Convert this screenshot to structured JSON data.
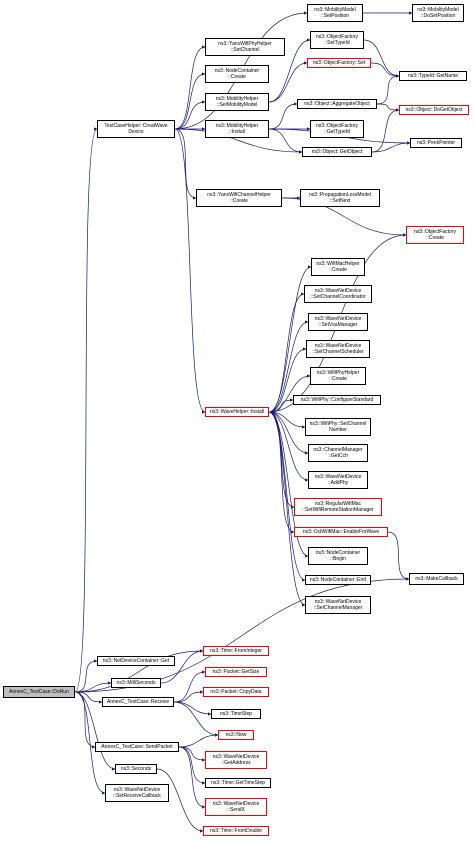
{
  "diagram": {
    "type": "doxygen-call-graph",
    "colors": {
      "edge": "#191970",
      "node_border": "#000000",
      "external_node_border": "#ff0000",
      "root_fill": "#bfbfbf",
      "node_fill": "#ffffff"
    },
    "nodes": [
      {
        "id": "root",
        "lines": [
          "AnnexC_TestCase::DoRun"
        ],
        "style": "root"
      },
      {
        "id": "tch_create",
        "lines": [
          "TestCaseHelper::CreatWave",
          "Device"
        ]
      },
      {
        "id": "mm_setpos",
        "lines": [
          "ns3::MobilityModel",
          "::SetPosition"
        ]
      },
      {
        "id": "mm_dosetpos",
        "lines": [
          "ns3::MobilityModel",
          "::DoSetPosition"
        ]
      },
      {
        "id": "ywph_setch",
        "lines": [
          "ns3::YansWifiPhyHelper",
          "::SetChannel"
        ]
      },
      {
        "id": "of_settypeid",
        "lines": [
          "ns3::ObjectFactory",
          "::SetTypeId"
        ]
      },
      {
        "id": "of_set",
        "lines": [
          "ns3::ObjectFactory::Set"
        ],
        "style": "ext"
      },
      {
        "id": "typeid_getname",
        "lines": [
          "ns3::TypeId::GetName"
        ]
      },
      {
        "id": "nc_create",
        "lines": [
          "ns3::NodeContainer",
          "::Create"
        ]
      },
      {
        "id": "mh_setmm",
        "lines": [
          "ns3::MobilityHelper",
          "::SetMobilityModel"
        ]
      },
      {
        "id": "obj_aggregate",
        "lines": [
          "ns3::Object::AggregateObject"
        ]
      },
      {
        "id": "obj_dogetobject",
        "lines": [
          "ns3::Object::DoGetObject"
        ],
        "style": "ext"
      },
      {
        "id": "mh_install",
        "lines": [
          "ns3::MobilityHelper",
          "::Install"
        ]
      },
      {
        "id": "of_gettypeid",
        "lines": [
          "ns3::ObjectFactory",
          "::GetTypeId"
        ]
      },
      {
        "id": "peekpointer",
        "lines": [
          "ns3::PeekPointer"
        ]
      },
      {
        "id": "obj_getobject",
        "lines": [
          "ns3::Object::GetObject"
        ]
      },
      {
        "id": "ywch_create",
        "lines": [
          "ns3::YansWifiChannelHelper",
          "::Create"
        ]
      },
      {
        "id": "plm_setnext",
        "lines": [
          "ns3::PropagationLossModel",
          "::SetNext"
        ]
      },
      {
        "id": "of_create",
        "lines": [
          "ns3::ObjectFactory",
          "::Create"
        ],
        "style": "ext"
      },
      {
        "id": "wmh_create",
        "lines": [
          "ns3::WifiMacHelper",
          "::Create"
        ]
      },
      {
        "id": "wnd_setcc",
        "lines": [
          "ns3::WaveNetDevice",
          "::SetChannelCoordinator"
        ]
      },
      {
        "id": "wnd_setvsa",
        "lines": [
          "ns3::WaveNetDevice",
          "::SetVsaManager"
        ]
      },
      {
        "id": "wnd_setcs",
        "lines": [
          "ns3::WaveNetDevice",
          "::SetChannelScheduler"
        ]
      },
      {
        "id": "wph_create",
        "lines": [
          "ns3::WifiPhyHelper",
          "::Create"
        ]
      },
      {
        "id": "wh_install",
        "lines": [
          "ns3::WaveHelper::Install"
        ],
        "style": "ext"
      },
      {
        "id": "wp_confstd",
        "lines": [
          "ns3::WifiPhy::ConfigureStandard"
        ]
      },
      {
        "id": "wp_setchnum",
        "lines": [
          "ns3::WifiPhy::SetChannel",
          "Number"
        ]
      },
      {
        "id": "cm_getcch",
        "lines": [
          "ns3::ChannelManager",
          "::GetCch"
        ]
      },
      {
        "id": "wnd_addphy",
        "lines": [
          "ns3::WaveNetDevice",
          "::AddPhy"
        ]
      },
      {
        "id": "rwm_setrsm",
        "lines": [
          "ns3::RegularWifiMac",
          "::SetWifiRemoteStationManager"
        ],
        "style": "ext"
      },
      {
        "id": "ocb_enable",
        "lines": [
          "ns3::OcbWifiMac::EnableForWave"
        ],
        "style": "ext"
      },
      {
        "id": "nc_begin",
        "lines": [
          "ns3::NodeContainer",
          "::Begin"
        ]
      },
      {
        "id": "makecallback",
        "lines": [
          "ns3::MakeCallback"
        ]
      },
      {
        "id": "nc_end",
        "lines": [
          "ns3::NodeContainer::End"
        ]
      },
      {
        "id": "wnd_setcm",
        "lines": [
          "ns3::WaveNetDevice",
          "::SetChannelManager"
        ]
      },
      {
        "id": "time_fromint",
        "lines": [
          "ns3::Time::FromInteger"
        ],
        "style": "ext"
      },
      {
        "id": "ndc_get",
        "lines": [
          "ns3::NetDeviceContainer::Get"
        ]
      },
      {
        "id": "pkt_getsize",
        "lines": [
          "ns3::Packet::GetSize"
        ],
        "style": "ext"
      },
      {
        "id": "milliseconds",
        "lines": [
          "ns3::MilliSeconds"
        ]
      },
      {
        "id": "pkt_copydata",
        "lines": [
          "ns3::Packet::CopyData"
        ],
        "style": "ext"
      },
      {
        "id": "receive",
        "lines": [
          "AnnexC_TestCase::Receive"
        ]
      },
      {
        "id": "timestep",
        "lines": [
          "ns3::TimeStep"
        ]
      },
      {
        "id": "now",
        "lines": [
          "ns3::Now"
        ],
        "style": "ext"
      },
      {
        "id": "sendpacket",
        "lines": [
          "AnnexC_TestCase::SendPacket"
        ]
      },
      {
        "id": "wnd_getaddr",
        "lines": [
          "ns3::WaveNetDevice",
          "::GetAddress"
        ],
        "style": "ext"
      },
      {
        "id": "seconds",
        "lines": [
          "ns3::Seconds"
        ]
      },
      {
        "id": "time_gettimestep",
        "lines": [
          "ns3::Time::GetTimeStep"
        ]
      },
      {
        "id": "wnd_setrecvcb",
        "lines": [
          "ns3::WaveNetDevice",
          "::SetReceiveCallback"
        ]
      },
      {
        "id": "wnd_sendx",
        "lines": [
          "ns3::WaveNetDevice",
          "::SendX"
        ],
        "style": "ext"
      },
      {
        "id": "time_fromdouble",
        "lines": [
          "ns3::Time::FromDouble"
        ],
        "style": "ext"
      }
    ],
    "edges": [
      [
        "root",
        "tch_create"
      ],
      [
        "root",
        "makecallback"
      ],
      [
        "root",
        "ndc_get"
      ],
      [
        "root",
        "milliseconds"
      ],
      [
        "root",
        "receive"
      ],
      [
        "root",
        "sendpacket"
      ],
      [
        "root",
        "seconds"
      ],
      [
        "root",
        "wnd_setrecvcb"
      ],
      [
        "root",
        "time_fromint"
      ],
      [
        "tch_create",
        "mm_setpos"
      ],
      [
        "tch_create",
        "ywph_setch"
      ],
      [
        "tch_create",
        "nc_create"
      ],
      [
        "tch_create",
        "mh_setmm"
      ],
      [
        "tch_create",
        "mh_install"
      ],
      [
        "tch_create",
        "obj_getobject"
      ],
      [
        "tch_create",
        "ywch_create"
      ],
      [
        "tch_create",
        "wh_install"
      ],
      [
        "mm_setpos",
        "mm_dosetpos"
      ],
      [
        "mh_setmm",
        "of_settypeid"
      ],
      [
        "mh_setmm",
        "of_set"
      ],
      [
        "of_settypeid",
        "typeid_getname"
      ],
      [
        "of_set",
        "typeid_getname"
      ],
      [
        "mh_install",
        "obj_aggregate"
      ],
      [
        "mh_install",
        "of_gettypeid"
      ],
      [
        "mh_install",
        "obj_getobject"
      ],
      [
        "mh_install",
        "peekpointer"
      ],
      [
        "obj_aggregate",
        "typeid_getname"
      ],
      [
        "obj_aggregate",
        "obj_dogetobject"
      ],
      [
        "obj_getobject",
        "obj_dogetobject"
      ],
      [
        "obj_getobject",
        "peekpointer"
      ],
      [
        "ywch_create",
        "plm_setnext"
      ],
      [
        "ywch_create",
        "of_create"
      ],
      [
        "wh_install",
        "of_create"
      ],
      [
        "wh_install",
        "wmh_create"
      ],
      [
        "wh_install",
        "wnd_setcc"
      ],
      [
        "wh_install",
        "wnd_setvsa"
      ],
      [
        "wh_install",
        "wnd_setcs"
      ],
      [
        "wh_install",
        "wph_create"
      ],
      [
        "wh_install",
        "wp_confstd"
      ],
      [
        "wh_install",
        "wp_setchnum"
      ],
      [
        "wh_install",
        "cm_getcch"
      ],
      [
        "wh_install",
        "wnd_addphy"
      ],
      [
        "wh_install",
        "rwm_setrsm"
      ],
      [
        "wh_install",
        "ocb_enable"
      ],
      [
        "wh_install",
        "nc_begin"
      ],
      [
        "wh_install",
        "nc_end"
      ],
      [
        "wh_install",
        "wnd_setcm"
      ],
      [
        "ocb_enable",
        "makecallback"
      ],
      [
        "milliseconds",
        "time_fromint"
      ],
      [
        "receive",
        "pkt_getsize"
      ],
      [
        "receive",
        "pkt_copydata"
      ],
      [
        "receive",
        "timestep"
      ],
      [
        "receive",
        "now"
      ],
      [
        "sendpacket",
        "now"
      ],
      [
        "sendpacket",
        "wnd_getaddr"
      ],
      [
        "sendpacket",
        "time_gettimestep"
      ],
      [
        "sendpacket",
        "wnd_sendx"
      ],
      [
        "seconds",
        "time_fromdouble"
      ]
    ]
  }
}
